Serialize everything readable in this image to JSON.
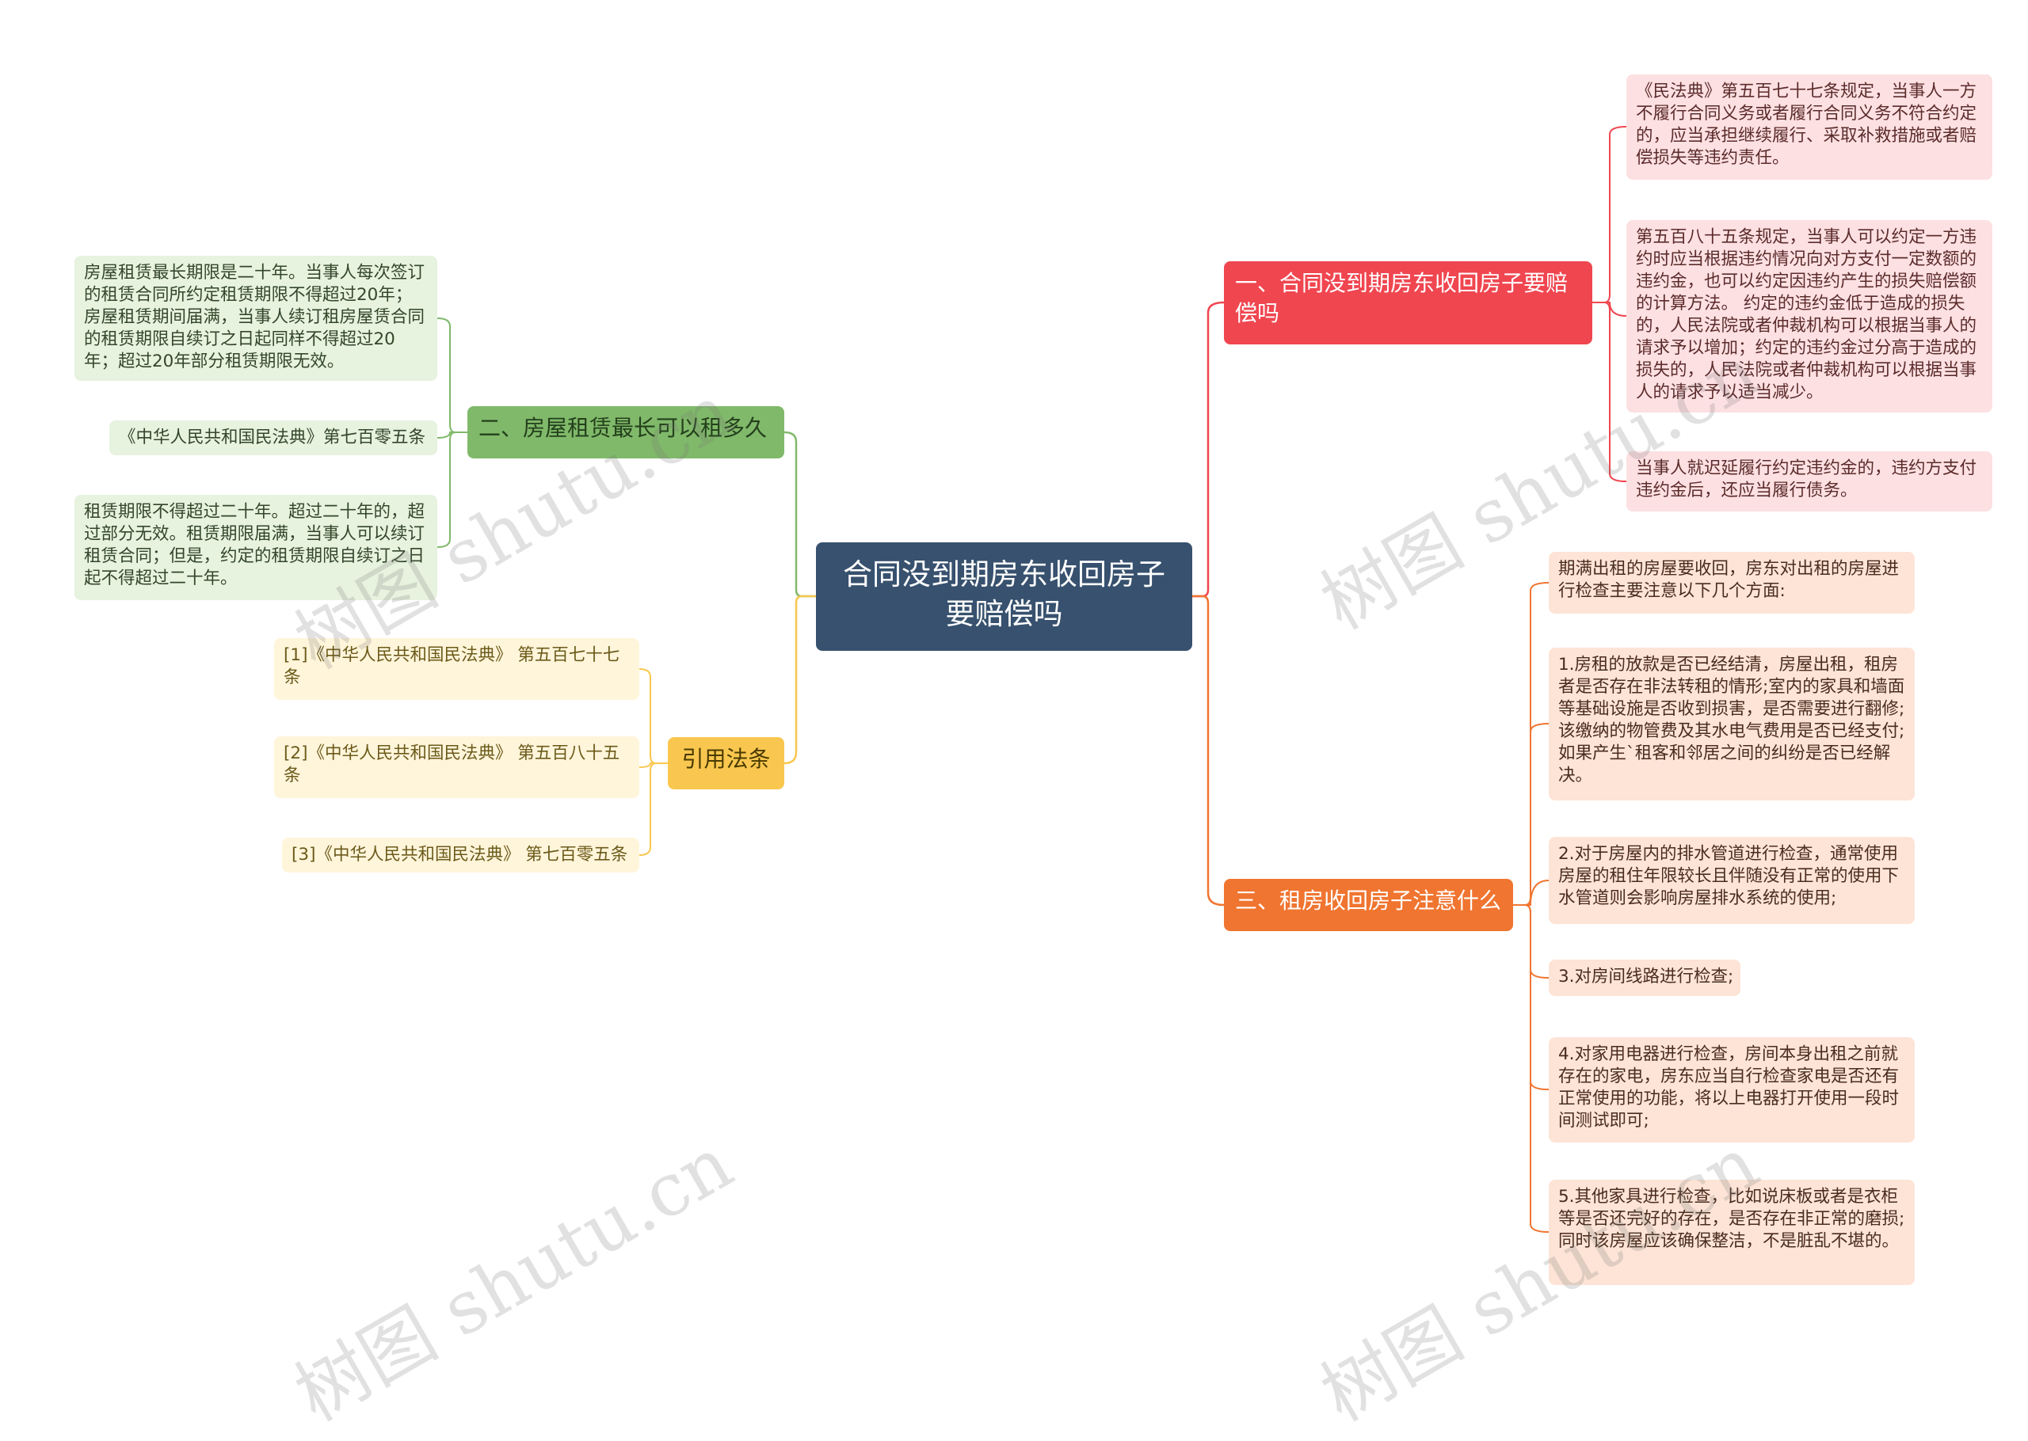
{
  "root": {
    "text": "合同没到期房东收回房子要赔偿吗"
  },
  "branches": {
    "b1": "一、合同没到期房东收回房子要赔偿吗",
    "b2": "二、房屋租赁最长可以租多久",
    "b3": "引用法条",
    "b4": "三、租房收回房子注意什么"
  },
  "leaves": {
    "b1": [
      "《民法典》第五百七十七条规定，当事人一方不履行合同义务或者履行合同义务不符合约定的，应当承担继续履行、采取补救措施或者赔偿损失等违约责任。",
      "第五百八十五条规定，当事人可以约定一方违约时应当根据违约情况向对方支付一定数额的违约金，也可以约定因违约产生的损失赔偿额的计算方法。 约定的违约金低于造成的损失的，人民法院或者仲裁机构可以根据当事人的请求予以增加；约定的违约金过分高于造成的损失的，人民法院或者仲裁机构可以根据当事人的请求予以适当减少。",
      "当事人就迟延履行约定违约金的，违约方支付违约金后，还应当履行债务。"
    ],
    "b2": [
      "房屋租赁最长期限是二十年。当事人每次签订的租赁合同所约定租赁期限不得超过20年；房屋租赁期间届满，当事人续订租房屋赁合同的租赁期限自续订之日起同样不得超过20年；超过20年部分租赁期限无效。",
      "《中华人民共和国民法典》第七百零五条",
      "租赁期限不得超过二十年。超过二十年的，超过部分无效。租赁期限届满，当事人可以续订租赁合同；但是，约定的租赁期限自续订之日起不得超过二十年。"
    ],
    "b3": [
      "[1]《中华人民共和国民法典》 第五百七十七条",
      "[2]《中华人民共和国民法典》 第五百八十五条",
      "[3]《中华人民共和国民法典》 第七百零五条"
    ],
    "b4": [
      "期满出租的房屋要收回，房东对出租的房屋进行检查主要注意以下几个方面:",
      "1.房租的放款是否已经结清，房屋出租，租房者是否存在非法转租的情形;室内的家具和墙面等基础设施是否收到损害，是否需要进行翻修;该缴纳的物管费及其水电气费用是否已经支付;如果产生`租客和邻居之间的纠纷是否已经解决。",
      "2.对于房屋内的排水管道进行检查，通常使用房屋的租住年限较长且伴随没有正常的使用下水管道则会影响房屋排水系统的使用;",
      "3.对房间线路进行检查;",
      "4.对家用电器进行检查，房间本身出租之前就存在的家电，房东应当自行检查家电是否还有正常使用的功能，将以上电器打开使用一段时间测试即可;",
      "5.其他家具进行检查，比如说床板或者是衣柜等是否还完好的存在，是否存在非正常的磨损;同时该房屋应该确保整洁，不是脏乱不堪的。"
    ]
  },
  "watermark": "树图 shutu.cn",
  "colors": {
    "root": "#37516e",
    "b1": "#f04650",
    "b2": "#80b96a",
    "b3": "#f9c74f",
    "b4": "#f07530"
  }
}
